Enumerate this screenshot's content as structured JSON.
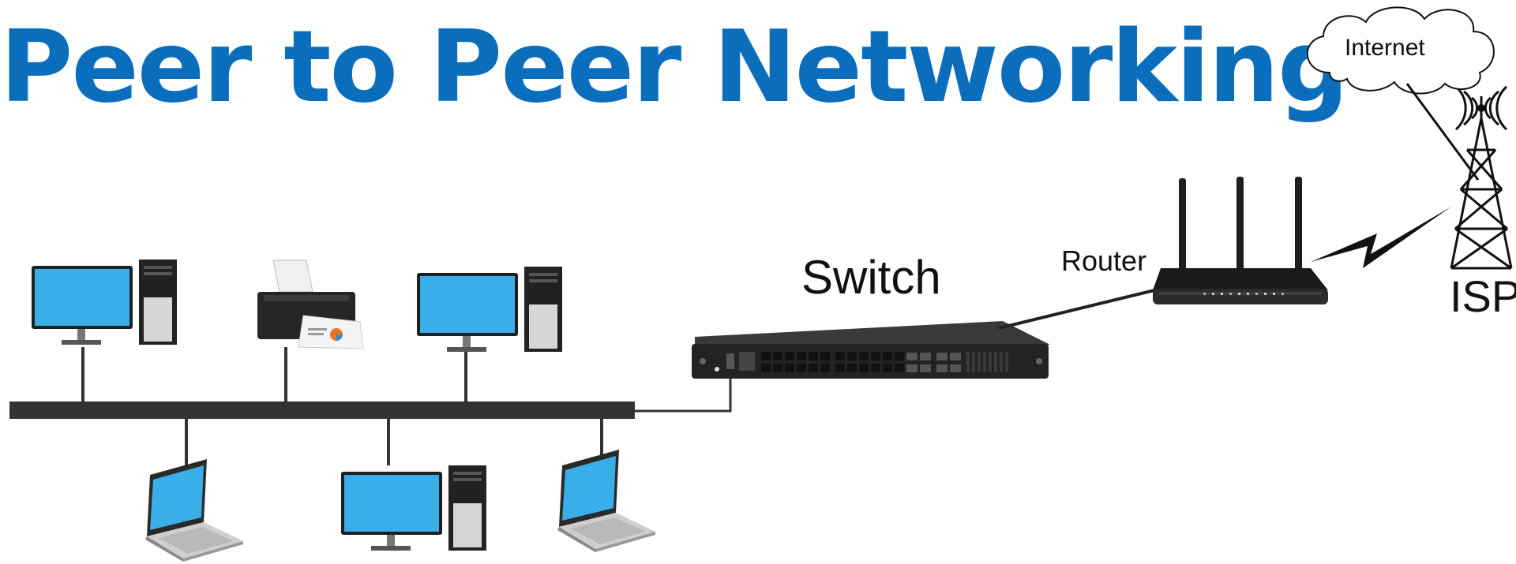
{
  "title": "Peer to Peer Networking",
  "labels": {
    "internet": "Internet",
    "switch": "Switch",
    "router": "Router",
    "isp": "ISP"
  },
  "nodes": {
    "top_devices": [
      "desktop-computer",
      "printer",
      "desktop-computer"
    ],
    "bottom_devices": [
      "laptop",
      "desktop-computer",
      "laptop"
    ],
    "network": [
      "bus-backbone",
      "switch",
      "router",
      "cell-tower",
      "internet-cloud"
    ]
  },
  "colors": {
    "title": "#0a6ebd",
    "screen": "#3aaee8",
    "device_dark": "#2b2b2b",
    "bus": "#333333"
  }
}
